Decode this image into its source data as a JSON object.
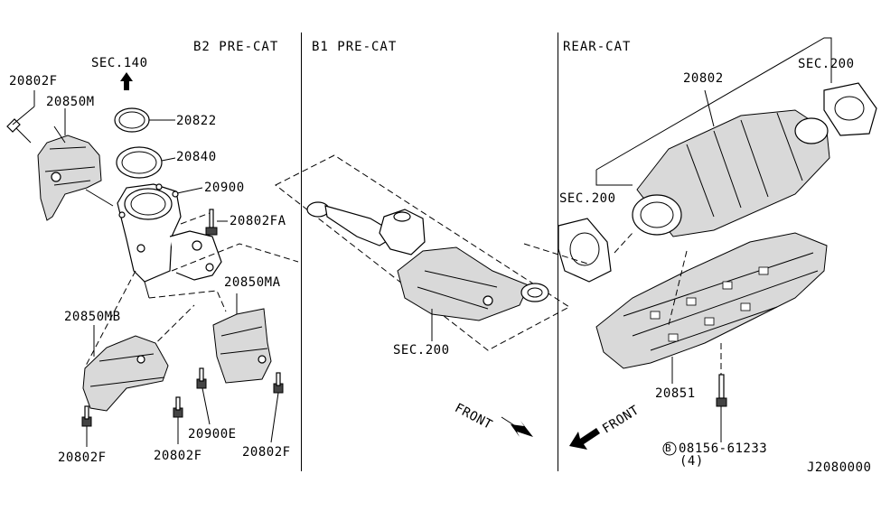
{
  "sections": {
    "b2": "B2 PRE-CAT",
    "b1": "B1 PRE-CAT",
    "rear": "REAR-CAT"
  },
  "labels": {
    "sec140": "SEC.140",
    "p20802f_tl": "20802F",
    "p20850m": "20850M",
    "p20822": "20822",
    "p20840": "20840",
    "p20900": "20900",
    "p20802fa": "20802FA",
    "p20850ma": "20850MA",
    "p20850mb": "20850MB",
    "p20900e": "20900E",
    "p20802f_bl": "20802F",
    "p20802f_bm": "20802F",
    "p20802f_br": "20802F",
    "sec200_b1": "SEC.200",
    "front_left": "FRONT",
    "front_right": "FRONT",
    "p20802": "20802",
    "sec200_tr": "SEC.200",
    "sec200_mid": "SEC.200",
    "p20851": "20851",
    "bolt_code": "08156-61233",
    "bolt_circle": "B",
    "bolt_qty": "(4)",
    "diagram_id": "J2080000"
  }
}
